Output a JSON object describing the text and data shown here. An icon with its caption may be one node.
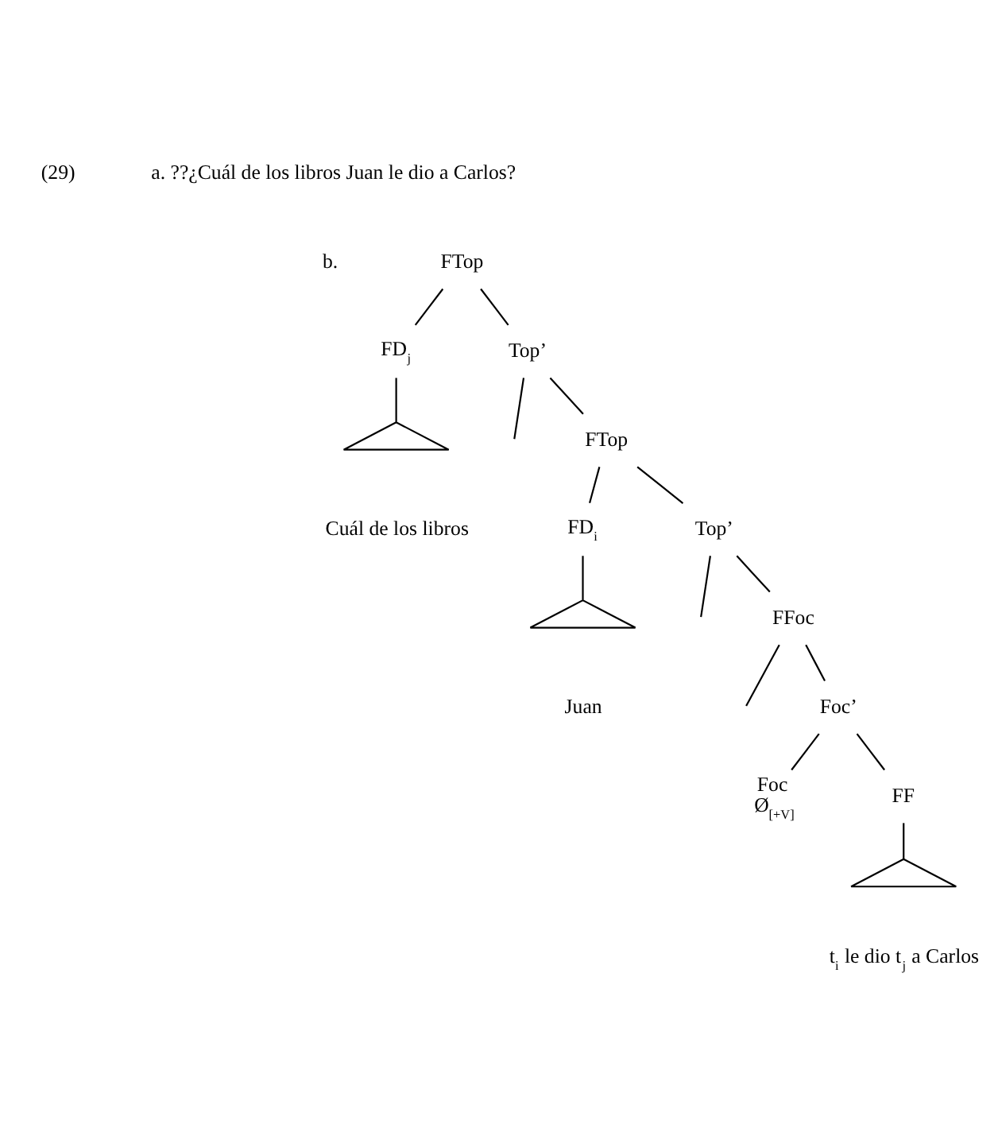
{
  "diagram": {
    "nodes": [
      {
        "text": [
          "FTop"
        ]
      },
      {
        "text": [
          "FD$_{j}$"
        ]
      },
      {
        "text": [
          "Top’"
        ]
      },
      {
        "text": [],
        "shape": "triangle",
        "beside": [
          "Cuál de los libros"
        ]
      },
      {
        "text": [
          "FTop"
        ]
      },
      {
        "text": [
          "FD$_{i}$"
        ]
      },
      {
        "text": [
          "Top’"
        ]
      },
      {
        "text": [],
        "shape": "triangle",
        "beside": [
          "Juan"
        ]
      },
      {
        "text": [
          "FFoc"
        ]
      },
      {
        "text": [
          "Foc’"
        ]
      },
      {
        "text": [
          "Foc",
          "Ø$_{[+V]}$"
        ]
      },
      {
        "text": [
          "FF"
        ]
      },
      {
        "text": [],
        "shape": "triangle",
        "beside": [
          "t$_{i}$ le dio t$_{j}$ a Carlos"
        ]
      }
    ],
    "edges": [
      {
        "from": 0,
        "to": 1,
        "arrow": "none"
      },
      {
        "from": 0,
        "to": 2,
        "arrow": "none"
      },
      {
        "from": 1,
        "to": 3,
        "arrow": "none"
      },
      {
        "from": 2,
        "to": null,
        "arrow": "none"
      },
      {
        "from": 2,
        "to": 4,
        "arrow": "none"
      },
      {
        "from": 4,
        "to": 5,
        "arrow": "none"
      },
      {
        "from": 4,
        "to": 6,
        "arrow": "none"
      },
      {
        "from": 5,
        "to": 7,
        "arrow": "none"
      },
      {
        "from": 6,
        "to": null,
        "arrow": "none"
      },
      {
        "from": 6,
        "to": 8,
        "arrow": "none"
      },
      {
        "from": 8,
        "to": null,
        "arrow": "none"
      },
      {
        "from": 8,
        "to": 9,
        "arrow": "none"
      },
      {
        "from": 9,
        "to": 10,
        "arrow": "none"
      },
      {
        "from": 9,
        "to": 11,
        "arrow": "none"
      },
      {
        "from": 11,
        "to": 12,
        "arrow": "none"
      }
    ],
    "labels": [
      "(29)",
      "a. ??¿Cuál de los libros Juan le dio a Carlos?",
      "b."
    ]
  }
}
